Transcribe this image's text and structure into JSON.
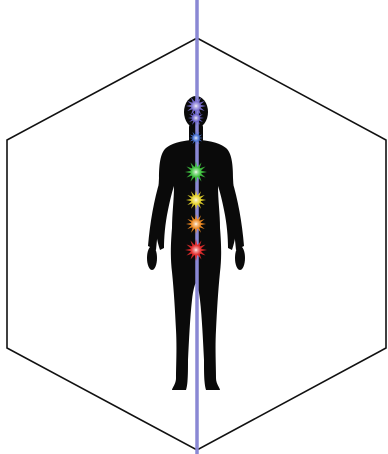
{
  "diagram": {
    "background_color": "#ffffff",
    "hexagon_color": "#111111",
    "axis_color": "#8a88d4",
    "figure_color": "#0a0a0a",
    "chakras": [
      {
        "name": "crown",
        "color": "#7a6fd0"
      },
      {
        "name": "third-eye",
        "color": "#6a63c8"
      },
      {
        "name": "throat",
        "color": "#4a76d8"
      },
      {
        "name": "heart",
        "color": "#3fc23f"
      },
      {
        "name": "solar-plexus",
        "color": "#e6d42a"
      },
      {
        "name": "sacral",
        "color": "#ee8a22"
      },
      {
        "name": "root",
        "color": "#e32b2b"
      }
    ]
  }
}
